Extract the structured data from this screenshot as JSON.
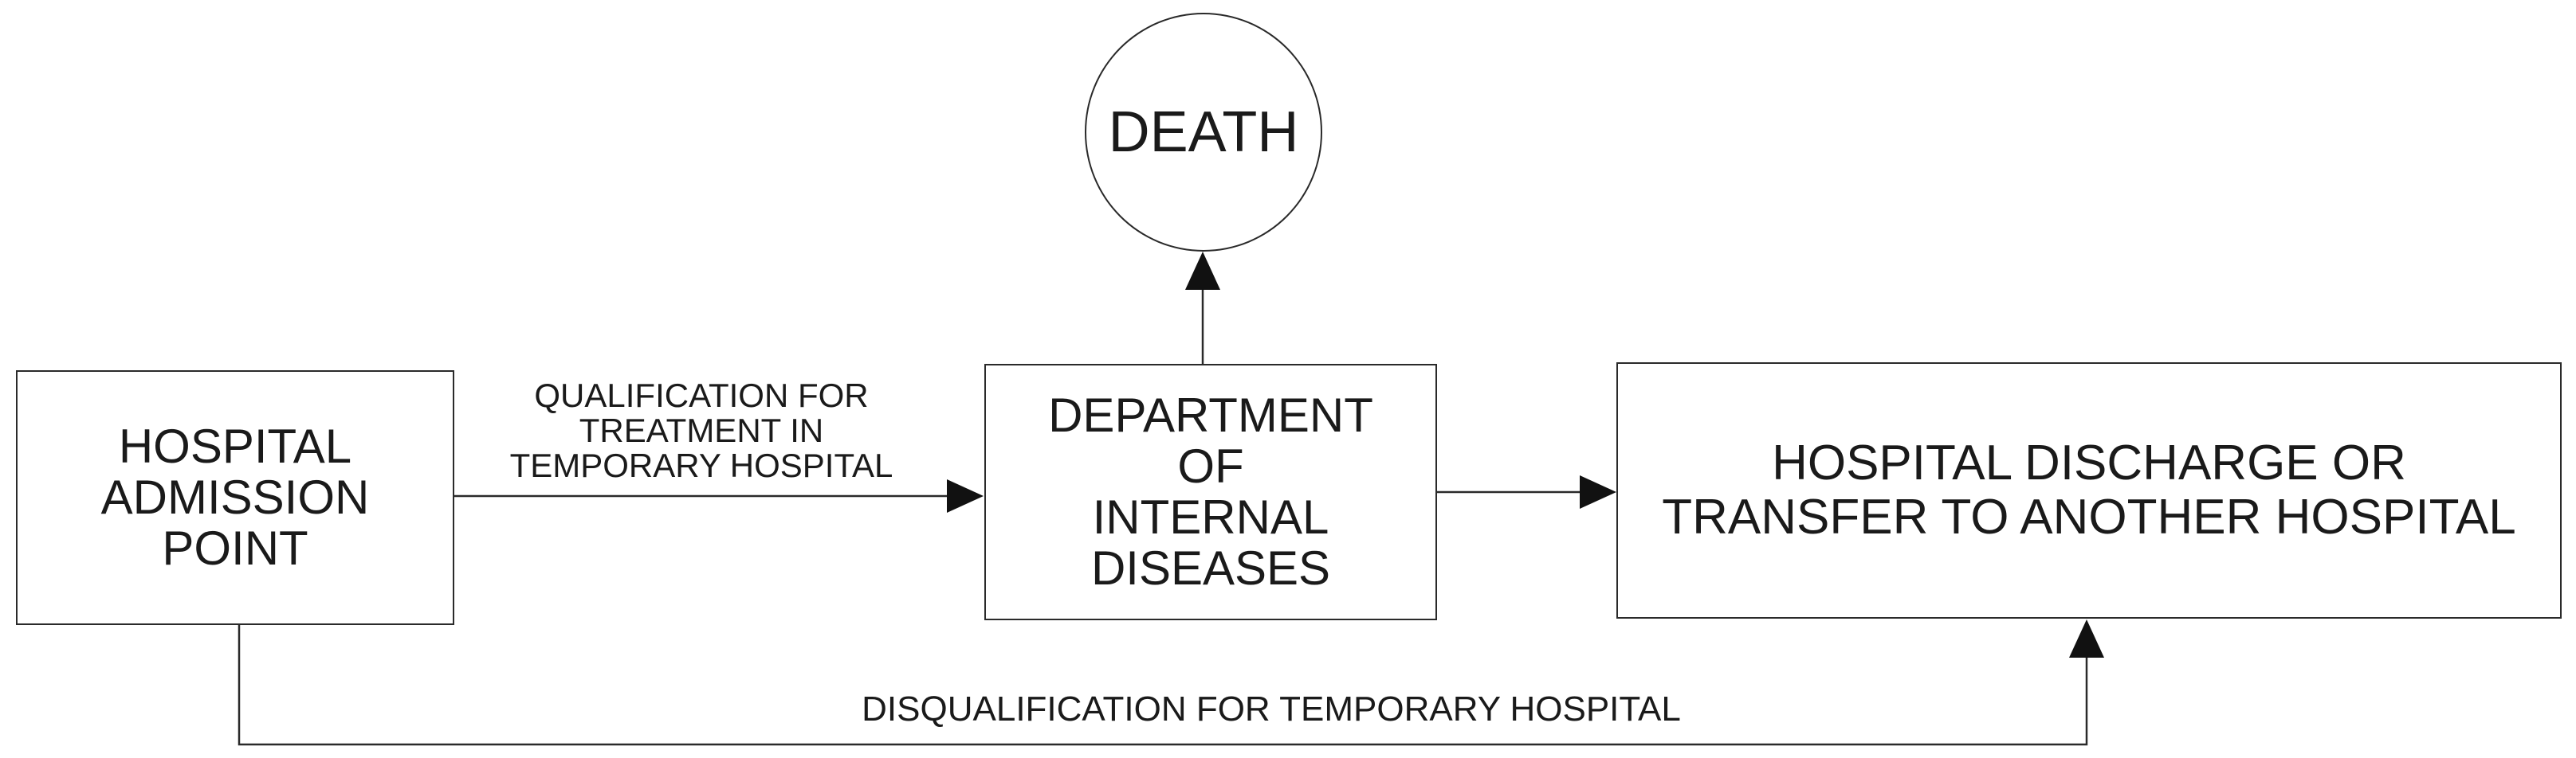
{
  "nodes": {
    "admission": "HOSPITAL\nADMISSION\nPOINT",
    "internal": "DEPARTMENT\nOF\nINTERNAL\nDISEASES",
    "discharge": "HOSPITAL DISCHARGE OR\nTRANSFER TO ANOTHER HOSPITAL",
    "death": "DEATH"
  },
  "edges": {
    "qualification": "QUALIFICATION FOR\nTREATMENT IN\nTEMPORARY HOSPITAL",
    "disqualification": "DISQUALIFICATION FOR TEMPORARY HOSPITAL"
  },
  "colors": {
    "line": "#2a2a2a",
    "text": "#1a1a1a"
  }
}
